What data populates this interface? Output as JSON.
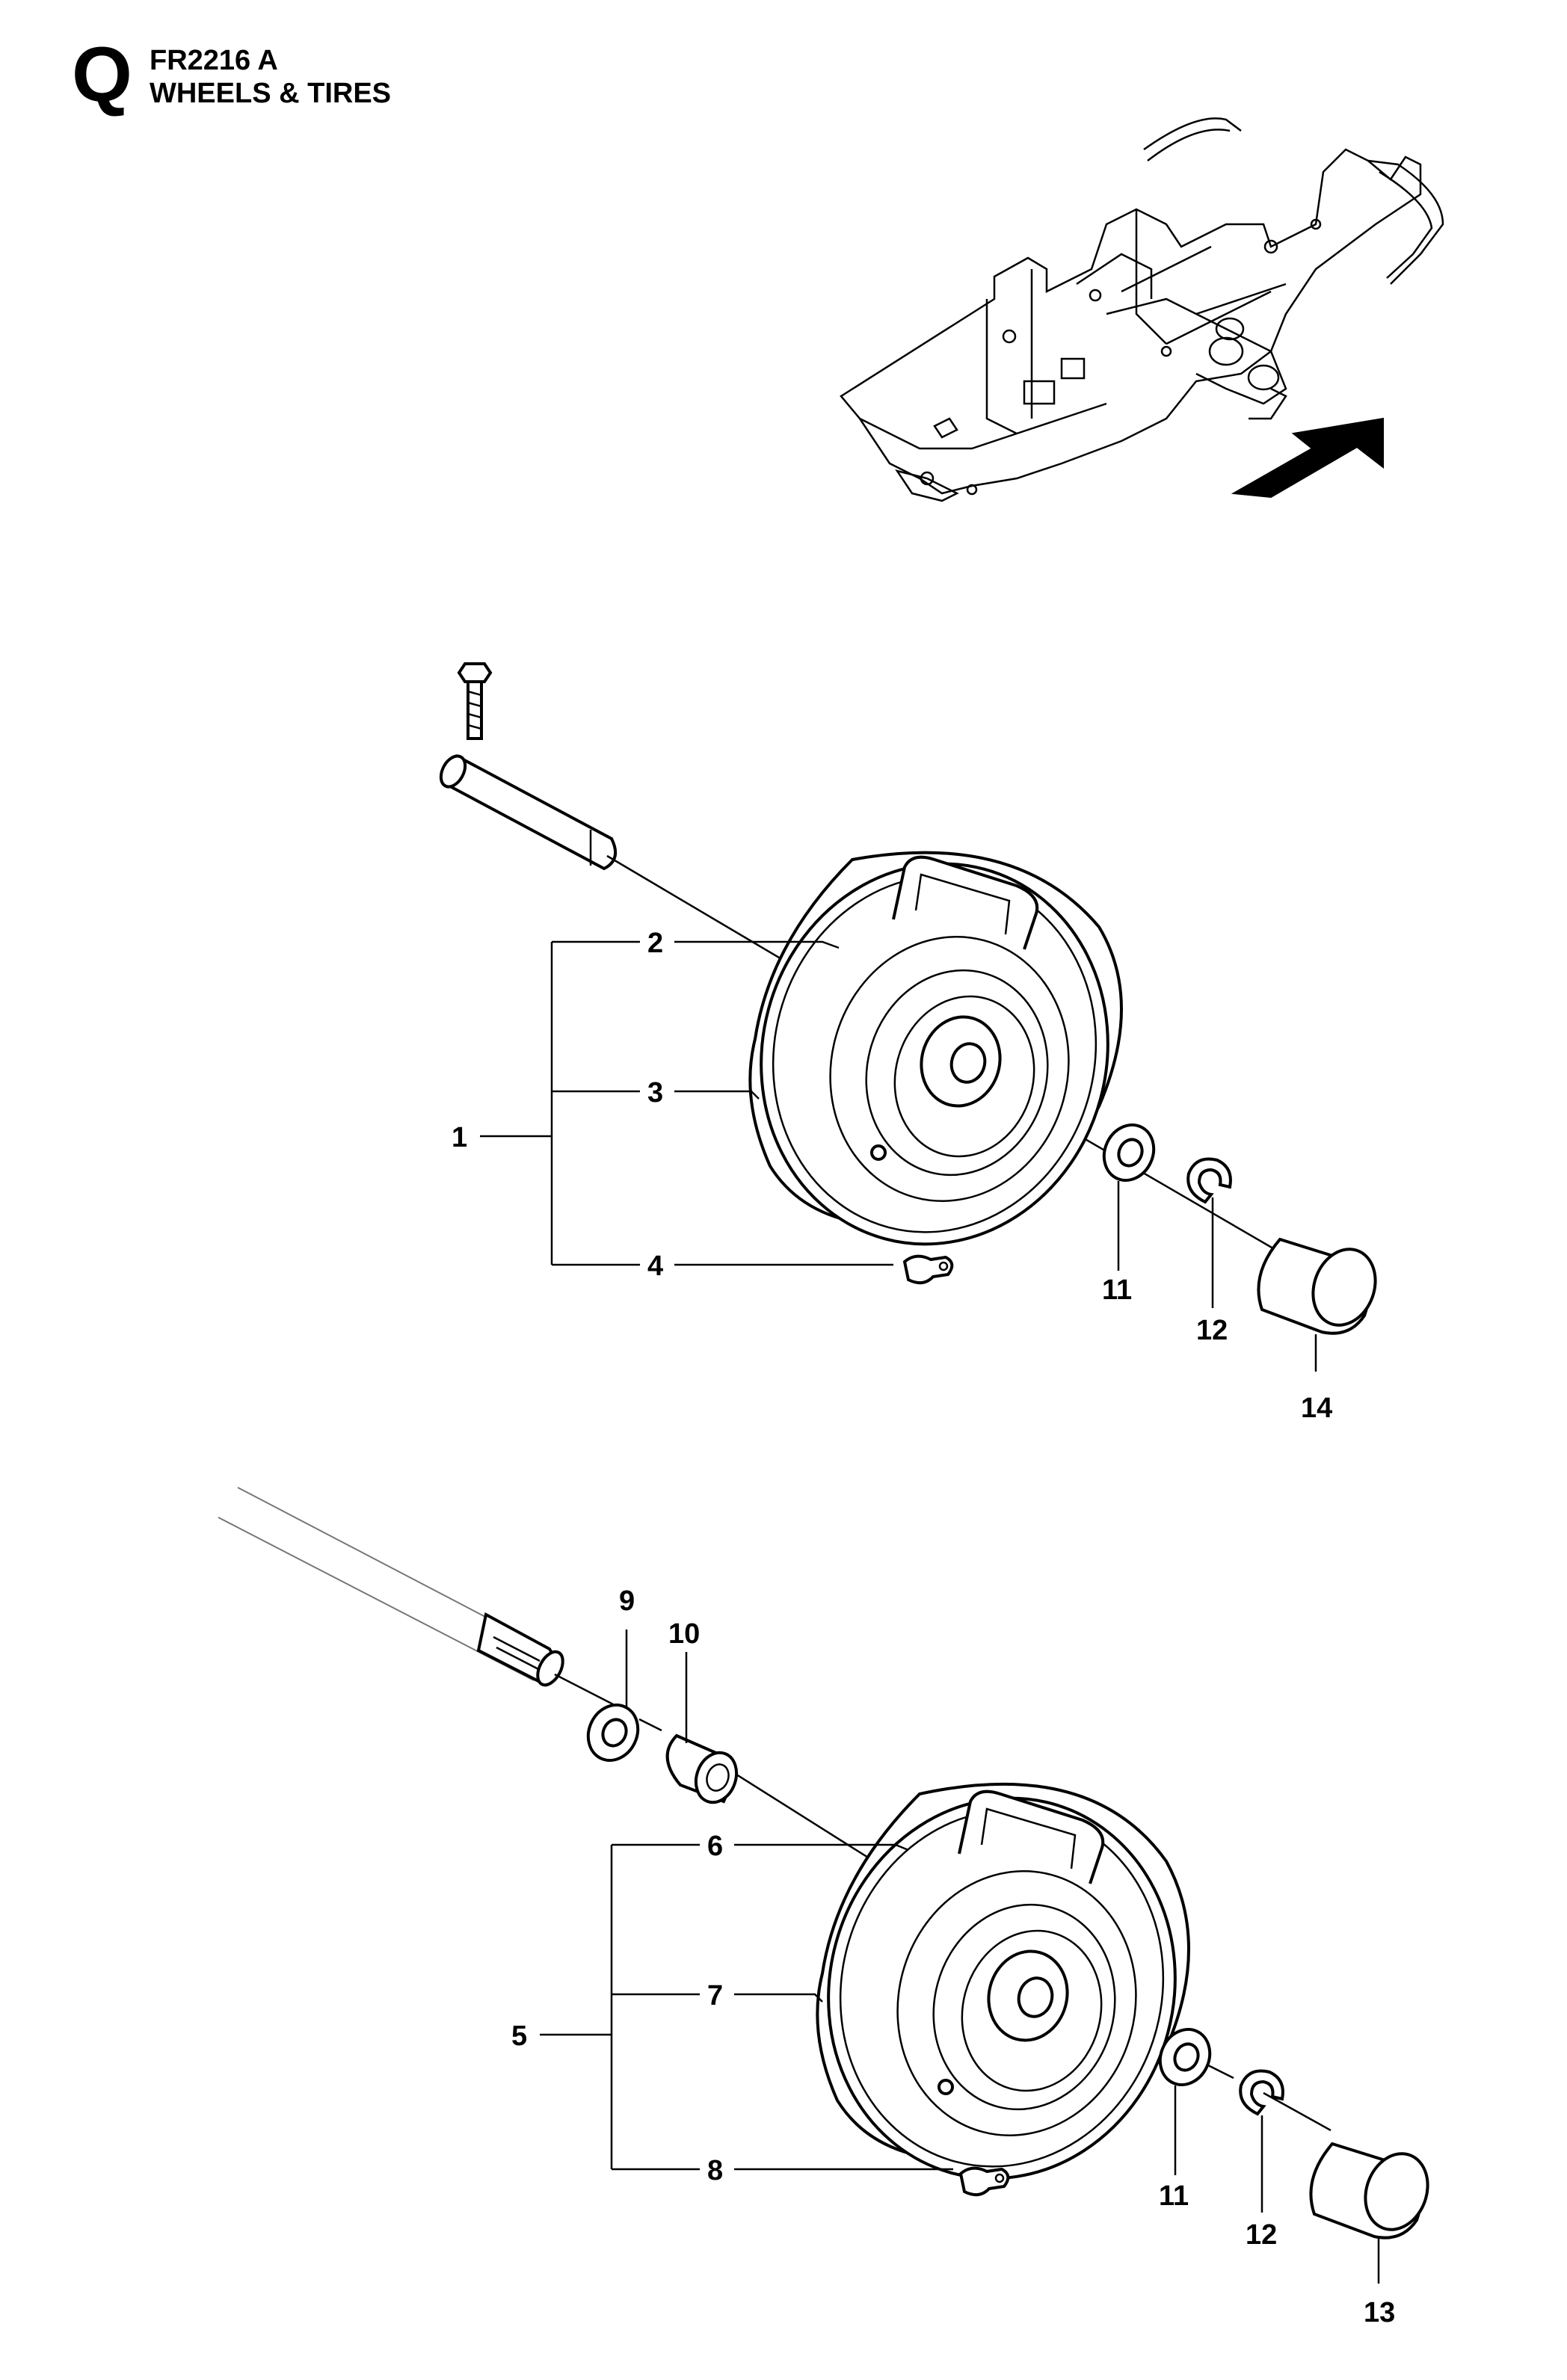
{
  "header": {
    "section_letter": "Q",
    "model_code": "FR2216 A",
    "section_title": "WHEELS & TIRES"
  },
  "callouts": {
    "c1": "1",
    "c2": "2",
    "c3": "3",
    "c4": "4",
    "c5": "5",
    "c6": "6",
    "c7": "7",
    "c8": "8",
    "c9": "9",
    "c10": "10",
    "c11a": "11",
    "c12a": "12",
    "c14": "14",
    "c11b": "11",
    "c12b": "12",
    "c13": "13"
  },
  "icons": {
    "direction_arrow": "arrow-icon"
  }
}
